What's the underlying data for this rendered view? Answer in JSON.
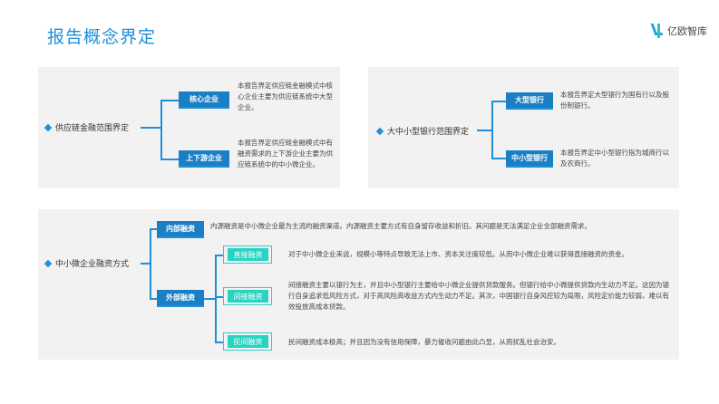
{
  "header": {
    "title": "报告概念界定",
    "logo_text": "亿欧智库"
  },
  "panel1": {
    "heading": "供应链金融范围界定",
    "items": [
      {
        "tag": "核心企业",
        "desc": "本报告界定供应链金融模式中核心企业主要为供应链系统中大型企业。"
      },
      {
        "tag": "上下游企业",
        "desc": "本报告界定供应链金融模式中有融资需求的上下游企业主要为供应链系统中的中小微企业。"
      }
    ]
  },
  "panel2": {
    "heading": "大中小型银行范围界定",
    "items": [
      {
        "tag": "大型银行",
        "desc": "本报告界定大型银行为国有行以及股份制银行。"
      },
      {
        "tag": "中小型银行",
        "desc": "本报告界定中小型银行指为城商行以及农商行。"
      }
    ]
  },
  "panel3": {
    "heading": "中小微企业融资方式",
    "internal": {
      "tag": "内部融资",
      "desc": "内源融资是中小微企业最为主流的融资渠道。内源融资主要方式有自身留存收益和折旧。其问题是无法满足企业全部融资需求。"
    },
    "external": {
      "tag": "外部融资",
      "items": [
        {
          "tag": "直接融资",
          "desc": "对于中小微企业来说，规模小等特点导致无法上市、资本关注度较低。从而中小微企业难以获得直接融资的资金。"
        },
        {
          "tag": "间接融资",
          "desc": "间接融资主要以银行为主，并且中小型银行主要给中小微企业提供贷款服务。但银行给中小微提供贷款内生动力不足。这因为银行自身追求低风险方式，对于高风险高收益方式内生动力不足。其次，中国银行自身风控较为局限，风险定价能力较弱，难以有效投放高成本贷款。"
        },
        {
          "tag": "民间融资",
          "desc": "民间融资成本极高；并且因为没有信用保障，暴力催收问题由此凸显，从而扰乱社会治安。"
        }
      ]
    }
  }
}
